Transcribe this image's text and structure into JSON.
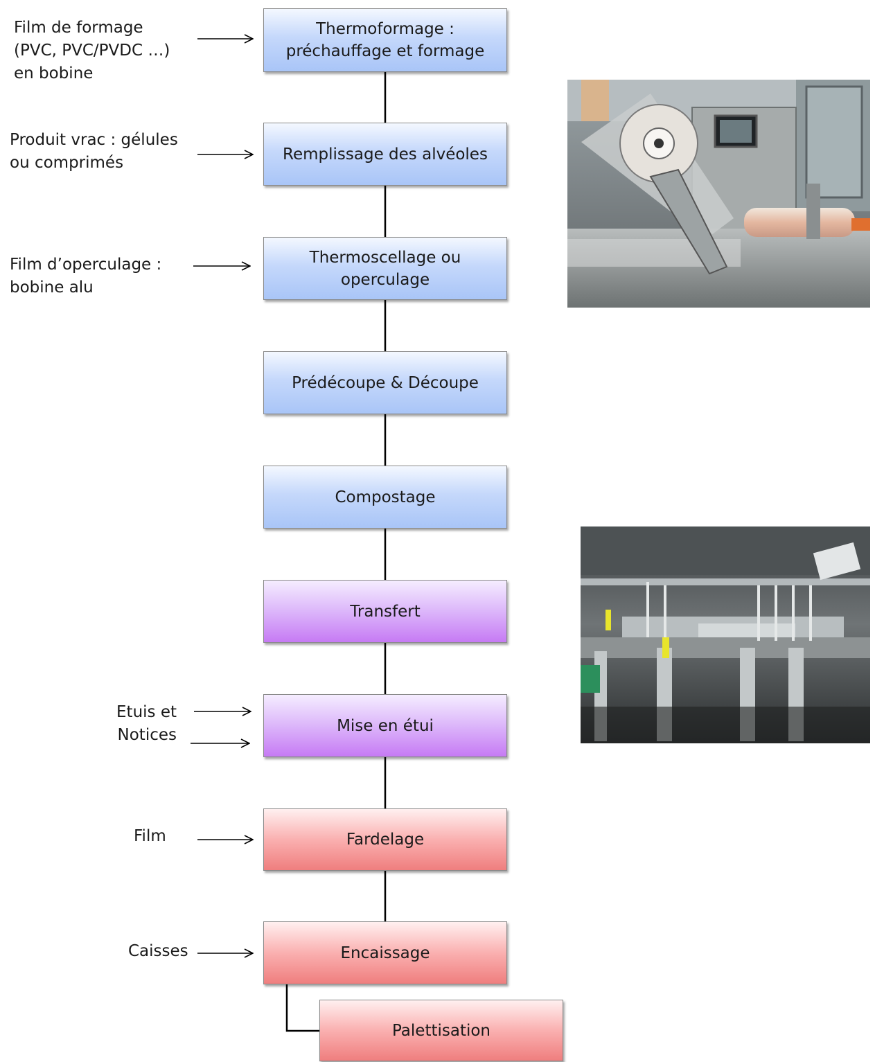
{
  "steps": [
    {
      "label": "Thermoformage :\npréchauffage et formage",
      "color": "blue"
    },
    {
      "label": "Remplissage des alvéoles",
      "color": "blue"
    },
    {
      "label": "Thermoscellage ou\noperculage",
      "color": "blue"
    },
    {
      "label": "Prédécoupe & Découpe",
      "color": "blue"
    },
    {
      "label": "Compostage",
      "color": "blue"
    },
    {
      "label": "Transfert",
      "color": "purple"
    },
    {
      "label": "Mise en étui",
      "color": "purple"
    },
    {
      "label": "Fardelage",
      "color": "red"
    },
    {
      "label": "Encaissage",
      "color": "red"
    },
    {
      "label": "Palettisation",
      "color": "red"
    }
  ],
  "inputs": [
    {
      "label": "Film de formage\n(PVC, PVC/PVDC …)\nen bobine"
    },
    {
      "label": "Produit vrac : gélules\nou comprimés"
    },
    {
      "label": "Film d’operculage :\nbobine alu"
    },
    {
      "label": "Etuis et\nNotices"
    },
    {
      "label": "Film"
    },
    {
      "label": "Caisses"
    }
  ],
  "colors": {
    "blue": "#c5d8fb",
    "purple": "#d7a6f8",
    "red": "#f59a9a"
  },
  "photos": [
    {
      "name": "thermoforming-machine-photo"
    },
    {
      "name": "cartoning-machine-photo"
    }
  ]
}
